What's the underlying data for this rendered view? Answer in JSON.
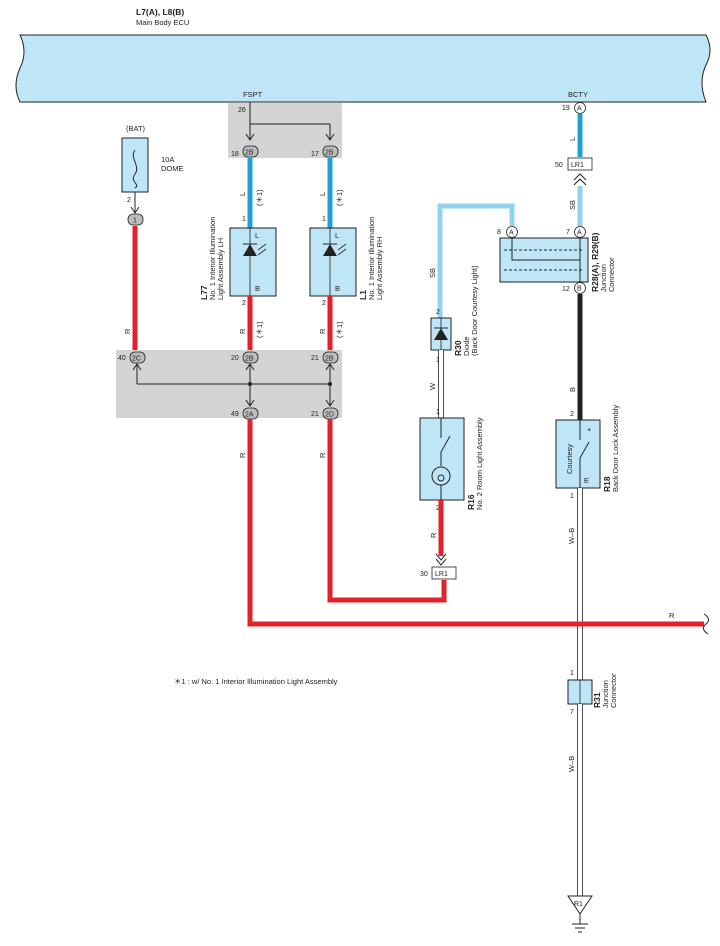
{
  "ecu": {
    "connector": "L7(A), L8(B)",
    "name": "Main Body ECU",
    "pin_fspt": "FSPT",
    "pin_bcty": "BCTY"
  },
  "note": "＊1 : w/ No. 1 Interior Illumination Light Assembly",
  "fuse": {
    "source": "(BAT)",
    "rating": "10A",
    "name": "DOME",
    "pin": "2",
    "jpin": "1"
  },
  "fspt_branch": {
    "pin": "26",
    "left": {
      "pin": "18",
      "conn": "2B"
    },
    "right": {
      "pin": "17",
      "conn": "2B"
    }
  },
  "bcty": {
    "pin": "19",
    "conn": "A",
    "wire": "L",
    "lr1_pin": "50",
    "lr1": "LR1",
    "sb_wire": "SB"
  },
  "l77": {
    "id": "L77",
    "name1": "No. 1 Interior Illumination",
    "name2": "Light Assembly LH",
    "pin1": "1",
    "pin2": "2",
    "L": "L",
    "B": "B"
  },
  "l1": {
    "id": "L1",
    "name1": "No. 1 Interior Illumination",
    "name2": "Light Assembly RH",
    "pin1": "1",
    "pin2": "2",
    "L": "L",
    "B": "B"
  },
  "wires": {
    "L": "L",
    "R": "R",
    "SB": "SB",
    "W": "W",
    "B": "B",
    "WB": "W–B",
    "star1": "(＊1)"
  },
  "jc_mid": {
    "a_pin": "40",
    "a_conn": "2C",
    "b_pin": "20",
    "b_conn": "2B",
    "c_pin": "21",
    "c_conn": "2B",
    "d_pin": "49",
    "d_conn": "2A",
    "e_pin": "21",
    "e_conn": "2D"
  },
  "r28": {
    "id": "R28(A), R29(B)",
    "name1": "Junction",
    "name2": "Connector",
    "pin8": "8",
    "pin7": "7",
    "pin12": "12",
    "A": "A",
    "B": "B"
  },
  "r30": {
    "id": "R30",
    "name1": "Diode",
    "name2": "(Back Door Courtesy Light)",
    "pin2": "2",
    "pin1": "1"
  },
  "r16": {
    "id": "R16",
    "name": "No. 2 Room Light Assembly",
    "pin1": "1",
    "pin2": "2"
  },
  "lr1b": {
    "pin": "30",
    "label": "LR1"
  },
  "r18": {
    "id": "R18",
    "name": "Back Door Lock Assembly",
    "inner": "Courtesy",
    "plus": "+",
    "E": "E",
    "pin2": "2",
    "pin1": "1"
  },
  "r31": {
    "id": "R31",
    "name1": "Junction",
    "name2": "Connector",
    "pin1": "1",
    "pin7": "7"
  },
  "ground": {
    "label": "R1"
  }
}
